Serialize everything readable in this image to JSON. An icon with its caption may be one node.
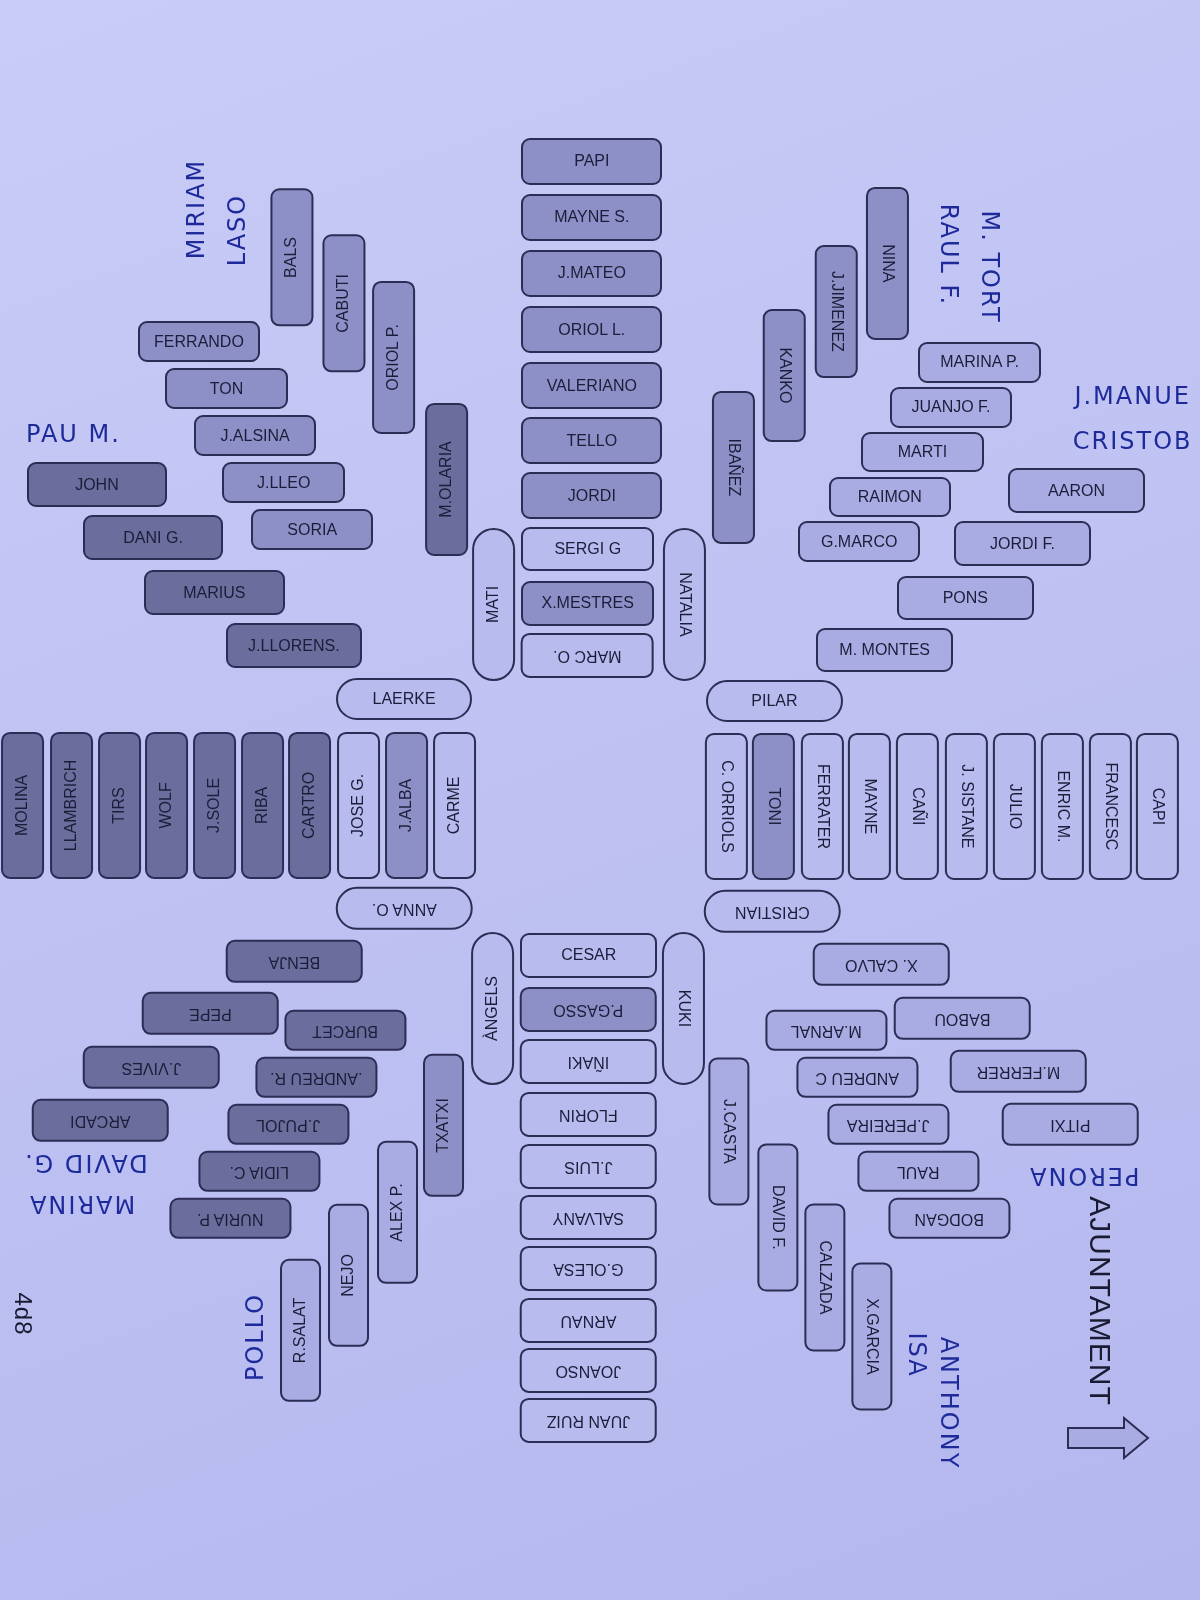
{
  "diagram": {
    "nodes": [
      {
        "text": [
          "PAPI"
        ]
      },
      {
        "text": [
          "MAYNE S."
        ]
      },
      {
        "text": [
          "J.MATEO"
        ]
      },
      {
        "text": [
          "ORIOL L."
        ]
      },
      {
        "text": [
          "VALERIANO"
        ]
      },
      {
        "text": [
          "TELLO"
        ]
      },
      {
        "text": [
          "JORDI"
        ]
      },
      {
        "text": [
          "SERGI G"
        ]
      },
      {
        "text": [
          "X.MESTRES"
        ]
      },
      {
        "text": [
          "MARC O."
        ]
      },
      {
        "text": [
          "MATI"
        ]
      },
      {
        "text": [
          "NATALIA"
        ]
      },
      {
        "text": [
          "CESAR"
        ]
      },
      {
        "text": [
          "P.GASSO"
        ]
      },
      {
        "text": [
          "IÑAKI"
        ]
      },
      {
        "text": [
          "FLORIN"
        ]
      },
      {
        "text": [
          "J.LUIS"
        ]
      },
      {
        "text": [
          "SALVANY"
        ]
      },
      {
        "text": [
          "G.OLESA"
        ]
      },
      {
        "text": [
          "ARNAU"
        ]
      },
      {
        "text": [
          "JOANSO"
        ]
      },
      {
        "text": [
          "JUAN RUIZ"
        ]
      },
      {
        "text": [
          "ÀNGELS"
        ]
      },
      {
        "text": [
          "KUKI"
        ]
      },
      {
        "text": [
          "LAERKE"
        ]
      },
      {
        "text": [
          "ANNA O."
        ]
      },
      {
        "text": [
          "MOLINA"
        ]
      },
      {
        "text": [
          "LLAMBRICH"
        ]
      },
      {
        "text": [
          "TIRS"
        ]
      },
      {
        "text": [
          "WOLF"
        ]
      },
      {
        "text": [
          "J.SOLE"
        ]
      },
      {
        "text": [
          "RIBA"
        ]
      },
      {
        "text": [
          "CARTRO"
        ]
      },
      {
        "text": [
          "JOSE G."
        ]
      },
      {
        "text": [
          "J.ALBA"
        ]
      },
      {
        "text": [
          "CARME"
        ]
      },
      {
        "text": [
          "PILAR"
        ]
      },
      {
        "text": [
          "CRISTIAN"
        ]
      },
      {
        "text": [
          "C. ORRIOLS"
        ]
      },
      {
        "text": [
          "TONI"
        ]
      },
      {
        "text": [
          "FERRATER"
        ]
      },
      {
        "text": [
          "MAYNE"
        ]
      },
      {
        "text": [
          "CAÑI"
        ]
      },
      {
        "text": [
          "J. SISTANE"
        ]
      },
      {
        "text": [
          "JULIO"
        ]
      },
      {
        "text": [
          "ENRIC M."
        ]
      },
      {
        "text": [
          "FRANCESC"
        ]
      },
      {
        "text": [
          "CAPI"
        ]
      },
      {
        "text": [
          "JOHN"
        ]
      },
      {
        "text": [
          "DANI G."
        ]
      },
      {
        "text": [
          "MARIUS"
        ]
      },
      {
        "text": [
          "J.LLORENS."
        ]
      },
      {
        "text": [
          "BALS"
        ]
      },
      {
        "text": [
          "CABUTI"
        ]
      },
      {
        "text": [
          "ORIOL P."
        ]
      },
      {
        "text": [
          "M.OLARIA"
        ]
      },
      {
        "text": [
          "FERRANDO"
        ]
      },
      {
        "text": [
          "TON"
        ]
      },
      {
        "text": [
          "J.ALSINA"
        ]
      },
      {
        "text": [
          "J.LLEO"
        ]
      },
      {
        "text": [
          "SORIA"
        ]
      },
      {
        "text": [
          "NINA"
        ]
      },
      {
        "text": [
          "J.JIMENEZ"
        ]
      },
      {
        "text": [
          "KANKO"
        ]
      },
      {
        "text": [
          "IBAÑEZ"
        ]
      },
      {
        "text": [
          "MARINA P."
        ]
      },
      {
        "text": [
          "JUANJO F."
        ]
      },
      {
        "text": [
          "MARTI"
        ]
      },
      {
        "text": [
          "RAIMON"
        ]
      },
      {
        "text": [
          "G.MARCO"
        ]
      },
      {
        "text": [
          "AARON"
        ]
      },
      {
        "text": [
          "JORDI F."
        ]
      },
      {
        "text": [
          "PONS"
        ]
      },
      {
        "text": [
          "M. MONTES"
        ]
      },
      {
        "text": [
          "X. CALVO"
        ]
      },
      {
        "text": [
          "BABOU"
        ]
      },
      {
        "text": [
          "M.FERRER"
        ]
      },
      {
        "text": [
          "PITXI"
        ]
      },
      {
        "text": [
          "M.ARNAL"
        ]
      },
      {
        "text": [
          "ANDREU C"
        ]
      },
      {
        "text": [
          "J.PEREIRA"
        ]
      },
      {
        "text": [
          "RAUL"
        ]
      },
      {
        "text": [
          "BODGAN"
        ]
      },
      {
        "text": [
          "J.CASTA"
        ]
      },
      {
        "text": [
          "DAVID F."
        ]
      },
      {
        "text": [
          "CALZADA"
        ]
      },
      {
        "text": [
          "X.GARCIA"
        ]
      },
      {
        "text": [
          "BENJA"
        ]
      },
      {
        "text": [
          "PEPE"
        ]
      },
      {
        "text": [
          "J.VIVES"
        ]
      },
      {
        "text": [
          "ARCADI"
        ]
      },
      {
        "text": [
          "BURCET"
        ]
      },
      {
        "text": [
          ".ANDREU R."
        ]
      },
      {
        "text": [
          "J.PUJOL"
        ]
      },
      {
        "text": [
          "LIDIA C."
        ]
      },
      {
        "text": [
          "NURIA P."
        ]
      },
      {
        "text": [
          "TXATXI"
        ]
      },
      {
        "text": [
          "ALEX P."
        ]
      },
      {
        "text": [
          "NEJO"
        ]
      },
      {
        "text": [
          "R.SALAT"
        ]
      }
    ],
    "labels": [
      "MIRIAM",
      "LASO",
      "PAU M.",
      "M. TORT",
      "RAUL F.",
      "J.MANUE",
      "CRISTOB",
      "PERONA",
      "AJUNTAMENT",
      "ANTHONY",
      "ISA",
      "MARINA",
      "DAVID G.",
      "POLLO",
      "4d8"
    ]
  }
}
